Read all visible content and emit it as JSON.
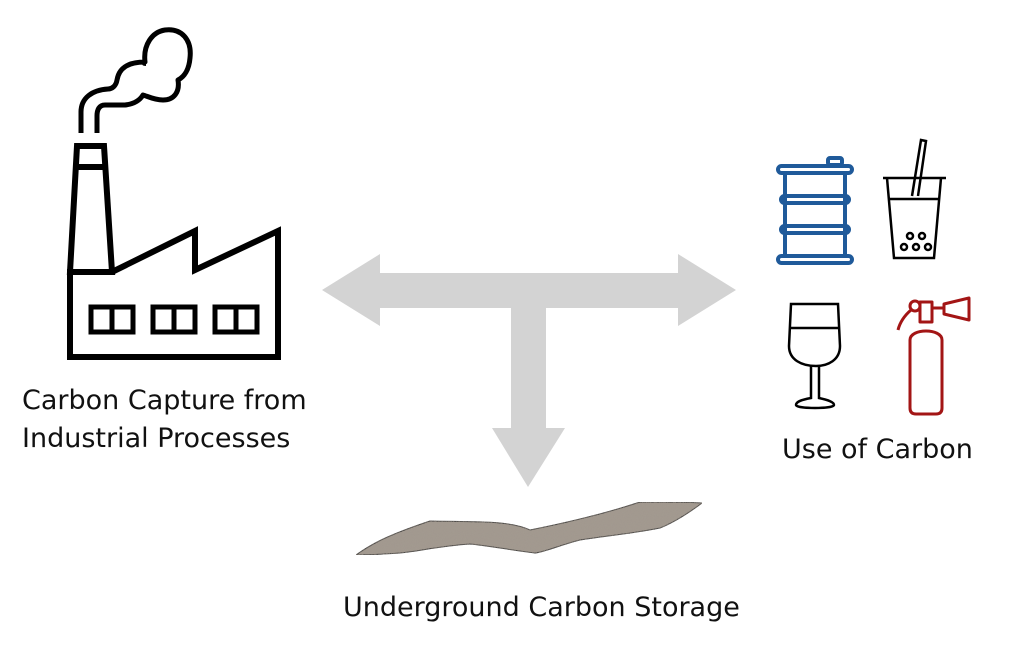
{
  "diagram": {
    "nodes": {
      "source": {
        "label_line1": "Carbon Capture from",
        "label_line2": "Industrial Processes",
        "icon": "factory-icon"
      },
      "use": {
        "label": "Use of Carbon",
        "icons": [
          "oil-barrel-icon",
          "bubble-tea-cup-icon",
          "wine-glass-icon",
          "fire-extinguisher-icon"
        ]
      },
      "storage": {
        "label": "Underground Carbon Storage",
        "icon": "rock-layer-icon"
      }
    },
    "edges": [
      {
        "from": "source",
        "to": "use",
        "style": "double-arrow"
      },
      {
        "from": "source",
        "to": "storage",
        "style": "branch-arrow"
      }
    ],
    "colors": {
      "arrow": "#d3d3d3",
      "barrel": "#1f5a9a",
      "extinguisher": "#a31515",
      "outline": "#000000",
      "rock": "#9a8f84"
    }
  }
}
